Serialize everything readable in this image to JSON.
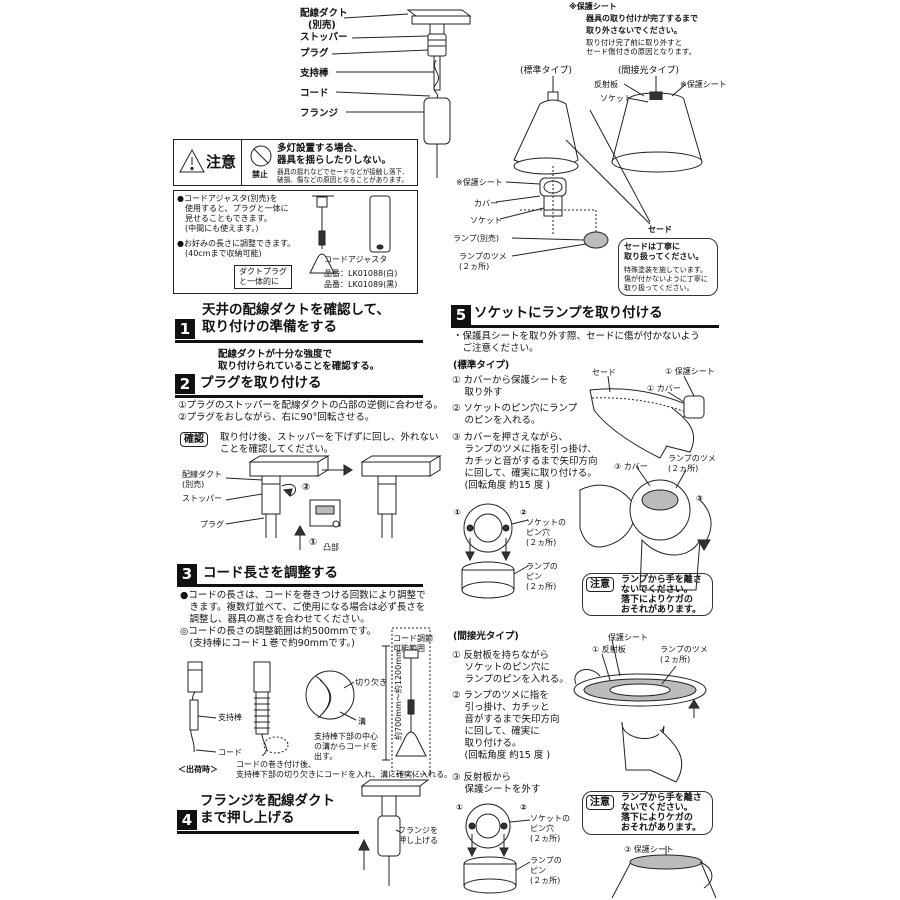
{
  "colors": {
    "ink": "#111111",
    "paper": "#ffffff",
    "header_bar": "#111111"
  },
  "parts": {
    "duct": "配線ダクト",
    "duct_sold": "(別売)",
    "stopper": "ストッパー",
    "plug": "プラグ",
    "rod": "支持棒",
    "cord": "コード",
    "flange": "フランジ"
  },
  "caution": {
    "label": "注意",
    "prohibit": "禁止",
    "line1": "多灯設置する場合、",
    "line2": "器具を揺らしたりしない。",
    "sub": "器具の揺れなどでセードなどが接触し落下、\n破損、傷などの原因となることがあります。"
  },
  "adjuster": {
    "note1": "●コードアジャスタ(別売)を\n　使用すると、プラグと一体に\n　見せることもできます。\n　(中間にも使えます。)",
    "note2": "●お好みの長さに調整できます。\n　(40cmまで収納可能)",
    "combined": "ダクトプラグ\nと一体的に",
    "name": "コードアジャスタ",
    "part_white": "品番：LK01088(白)",
    "part_black": "品番：LK01089(黒)"
  },
  "protect_sheet": {
    "title": "※保護シート",
    "line1": "器具の取り付けが完了するまで",
    "line2": "取り外さないでください。",
    "line3": "取り付け完了前に取り外すと\nセード傷付きの原因となります。"
  },
  "diagram": {
    "standard": "(標準タイプ)",
    "indirect": "(間接光タイプ)",
    "reflector": "反射板",
    "socket": "ソケット",
    "protect": "※保護シート",
    "protect2": "※保護シート",
    "cover": "カバー",
    "socket2": "ソケット",
    "lamp": "ランプ(別売)",
    "claws": "ランプのツメ\n(２ヵ所)",
    "shade": "セード",
    "shade_note": "セードは丁寧に\n取り扱ってください。",
    "shade_note_sub": "特殊塗装を施しています。\n傷が付かないように丁寧に\n取り扱ってください。"
  },
  "step1": {
    "num": "1",
    "title": "天井の配線ダクトを確認して、\n取り付けの準備をする",
    "text": "配線ダクトが十分な強度で\n取り付けられていることを確認する。"
  },
  "step2": {
    "num": "2",
    "title": "プラグを取り付ける",
    "text": "①プラグのストッパーを配線ダクトの凸部の逆側に合わせる。\n②プラグをおしながら、右に90°回転させる。",
    "check": "確認",
    "check_text": "取り付け後、ストッパーを下げずに回し、外れない\nことを確認してください。",
    "lbl_duct": "配線ダクト\n(別売)",
    "lbl_stopper": "ストッパー",
    "lbl_plug": "プラグ",
    "lbl_convex": "凸部",
    "m1": "①",
    "m2": "②"
  },
  "step3": {
    "num": "3",
    "title": "コード長さを調整する",
    "text": "●コードの長さは、コードを巻きつける回数により調整で\n　きます。複数灯並べて、ご使用になる場合は必ず長さを\n　調整し、器具の高さを合わせてください。\n◎コードの長さの調整範囲は約500mmです。\n　(支持棒にコード１巻で約90mmです。)",
    "notch": "切り欠き",
    "groove": "溝",
    "rod_lbl": "支持棒",
    "cord_lbl": "コード",
    "groove_note": "支持棒下部の中心\nの溝からコードを\n出す。",
    "range": "コード調節\n可能範囲",
    "range_val": "約700mm〜約1200mm",
    "ship": "＜出荷時＞",
    "wind_note": "コードの巻き付け後、\n支持棒下部の切り欠きにコードを入れ、溝に確実に入れる。"
  },
  "step4": {
    "num": "4",
    "title": "フランジを配線ダクト\nまで押し上げる",
    "push": "フランジを\n押し上げる"
  },
  "step5": {
    "num": "5",
    "title": "ソケットにランプを取り付ける",
    "intro": "・保護具シートを取り外す際、セードに傷が付かないよう\n　ご注意ください。",
    "std_title": "(標準タイプ)",
    "std_s1": "① カバーから保護シートを\n　 取り外す",
    "std_s2": "② ソケットのピン穴にランプ\n　 のピンを入れる。",
    "std_s3": "③ カバーを押さえながら、\n　 ランプのツメに指を引っ掛け、\n　 カチッと音がするまで矢印方向\n　 に回して、確実に取り付ける。\n　 (回転角度 約15 度 )",
    "shade": "セード",
    "protect": "① 保護シート",
    "cover1": "① カバー",
    "cover3": "③ カバー",
    "claws": "ランプのツメ\n(２ヵ所)",
    "pin_hole": "ソケットの\nピン穴\n(２ヵ所)",
    "pin": "ランプの\nピン\n(２ヵ所)",
    "m1": "①",
    "m2": "②",
    "m3": "③",
    "caution_lbl": "注意",
    "caution_text": "ランプから手を離さ\nないでください。\n落下によりケガの\nおそれがあります。",
    "ind_title": "(間接光タイプ)",
    "ind_s1": "① 反射板を持ちながら\n　 ソケットのピン穴に\n　 ランプのピンを入れる。",
    "ind_s2": "② ランプのツメに指を\n　 引っ掛け、カチッと\n　 音がするまで矢印方向\n　 に回して、確実に\n　 取り付ける。\n　 (回転角度 約15 度 )",
    "ind_s3": "③ 反射板から\n　 保護シートを外す",
    "reflector": "① 反射板",
    "protect_sheet": "保護シート",
    "claws2": "ランプのツメ\n(２ヵ所)",
    "pin_hole2": "ソケットの\nピン穴\n(２ヵ所)",
    "pin2": "ランプの\nピン\n(２ヵ所)",
    "m1b": "①",
    "m2b": "②",
    "caution_lbl2": "注意",
    "caution_text2": "ランプから手を離さ\nないでください。\n落下によりケガの\nおそれがあります。",
    "protect3": "③ 保護シート"
  }
}
